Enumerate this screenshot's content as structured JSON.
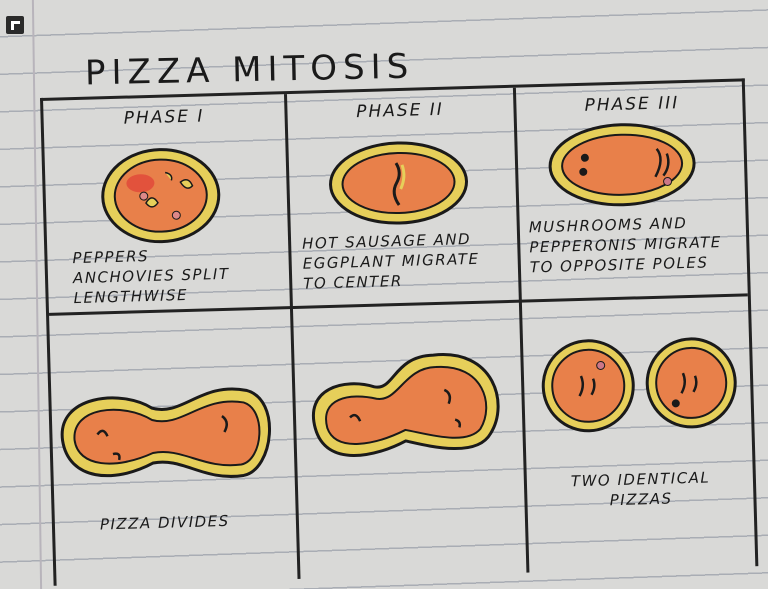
{
  "title": "PIZZA MITOSIS",
  "phases": [
    {
      "label": "PHASE I",
      "caption": [
        "PEPPERS",
        "ANCHOVIES SPLIT",
        "LENGTHWISE"
      ]
    },
    {
      "label": "PHASE II",
      "caption": [
        "HOT SAUSAGE AND",
        "EGGPLANT MIGRATE",
        "TO CENTER"
      ]
    },
    {
      "label": "PHASE III",
      "caption": [
        "MUSHROOMS AND",
        "PEPPERONIS MIGRATE",
        "TO OPPOSITE POLES"
      ]
    }
  ],
  "bottom": [
    {
      "caption": [
        "PIZZA DIVIDES"
      ]
    },
    {
      "caption": []
    },
    {
      "caption": [
        "TWO IDENTICAL",
        "PIZZAS"
      ]
    }
  ],
  "colors": {
    "crust": "#e6cf5a",
    "sauce": "#e8804a",
    "ink": "#1a1a1a"
  }
}
